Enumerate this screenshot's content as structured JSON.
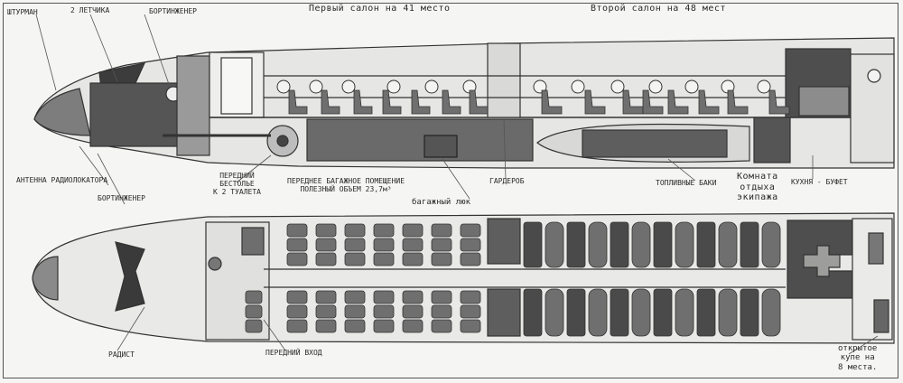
{
  "labels": {
    "navigator": "ШТУРМАН",
    "two_pilots": "2 ЛЕТЧИКА",
    "flight_engineer_top": "БОРТИНЖЕНЕР",
    "first_cabin": "Первый салон на 41 место",
    "second_cabin": "Второй салон на 48 мест",
    "radar_antenna": "АНТЕННА РАДИОЛОКАТОРА",
    "flight_engineer_bottom": "БОРТИНЖЕНЕР",
    "front_gear_line1": "ПЕРЕДНИЙ",
    "front_gear_line2": "БЕСТОЛЬЕ",
    "front_gear_line3": "К 2 ТУАЛЕТА",
    "front_hold_line1": "ПЕРЕДНЕЕ БАГАЖНОЕ ПОМЕЩЕНИЕ",
    "front_hold_line2": "ПОЛЕЗНЫЙ ОБЪЕМ 23,7м³",
    "baggage_hatch": "багажный люк",
    "wardrobe": "ГАРДЕРОБ",
    "fuel_tanks": "ТОПЛИВНЫЕ БАКИ",
    "crew_rest_line1": "Комната",
    "crew_rest_line2": "отдыха",
    "crew_rest_line3": "экипажа",
    "galley": "КУХНЯ - БУФЕТ",
    "radio_operator": "РАДИСТ",
    "front_entrance": "ПЕРЕДНИЙ ВХОД",
    "compartment_line1": "открытое",
    "compartment_line2": "купе на",
    "compartment_line3": "8 места."
  },
  "colors": {
    "paper": "#f5f5f3",
    "ink": "#2a2a2a",
    "seat_fill": "#6f6f6f",
    "dark_fill": "#4a4a4a"
  }
}
